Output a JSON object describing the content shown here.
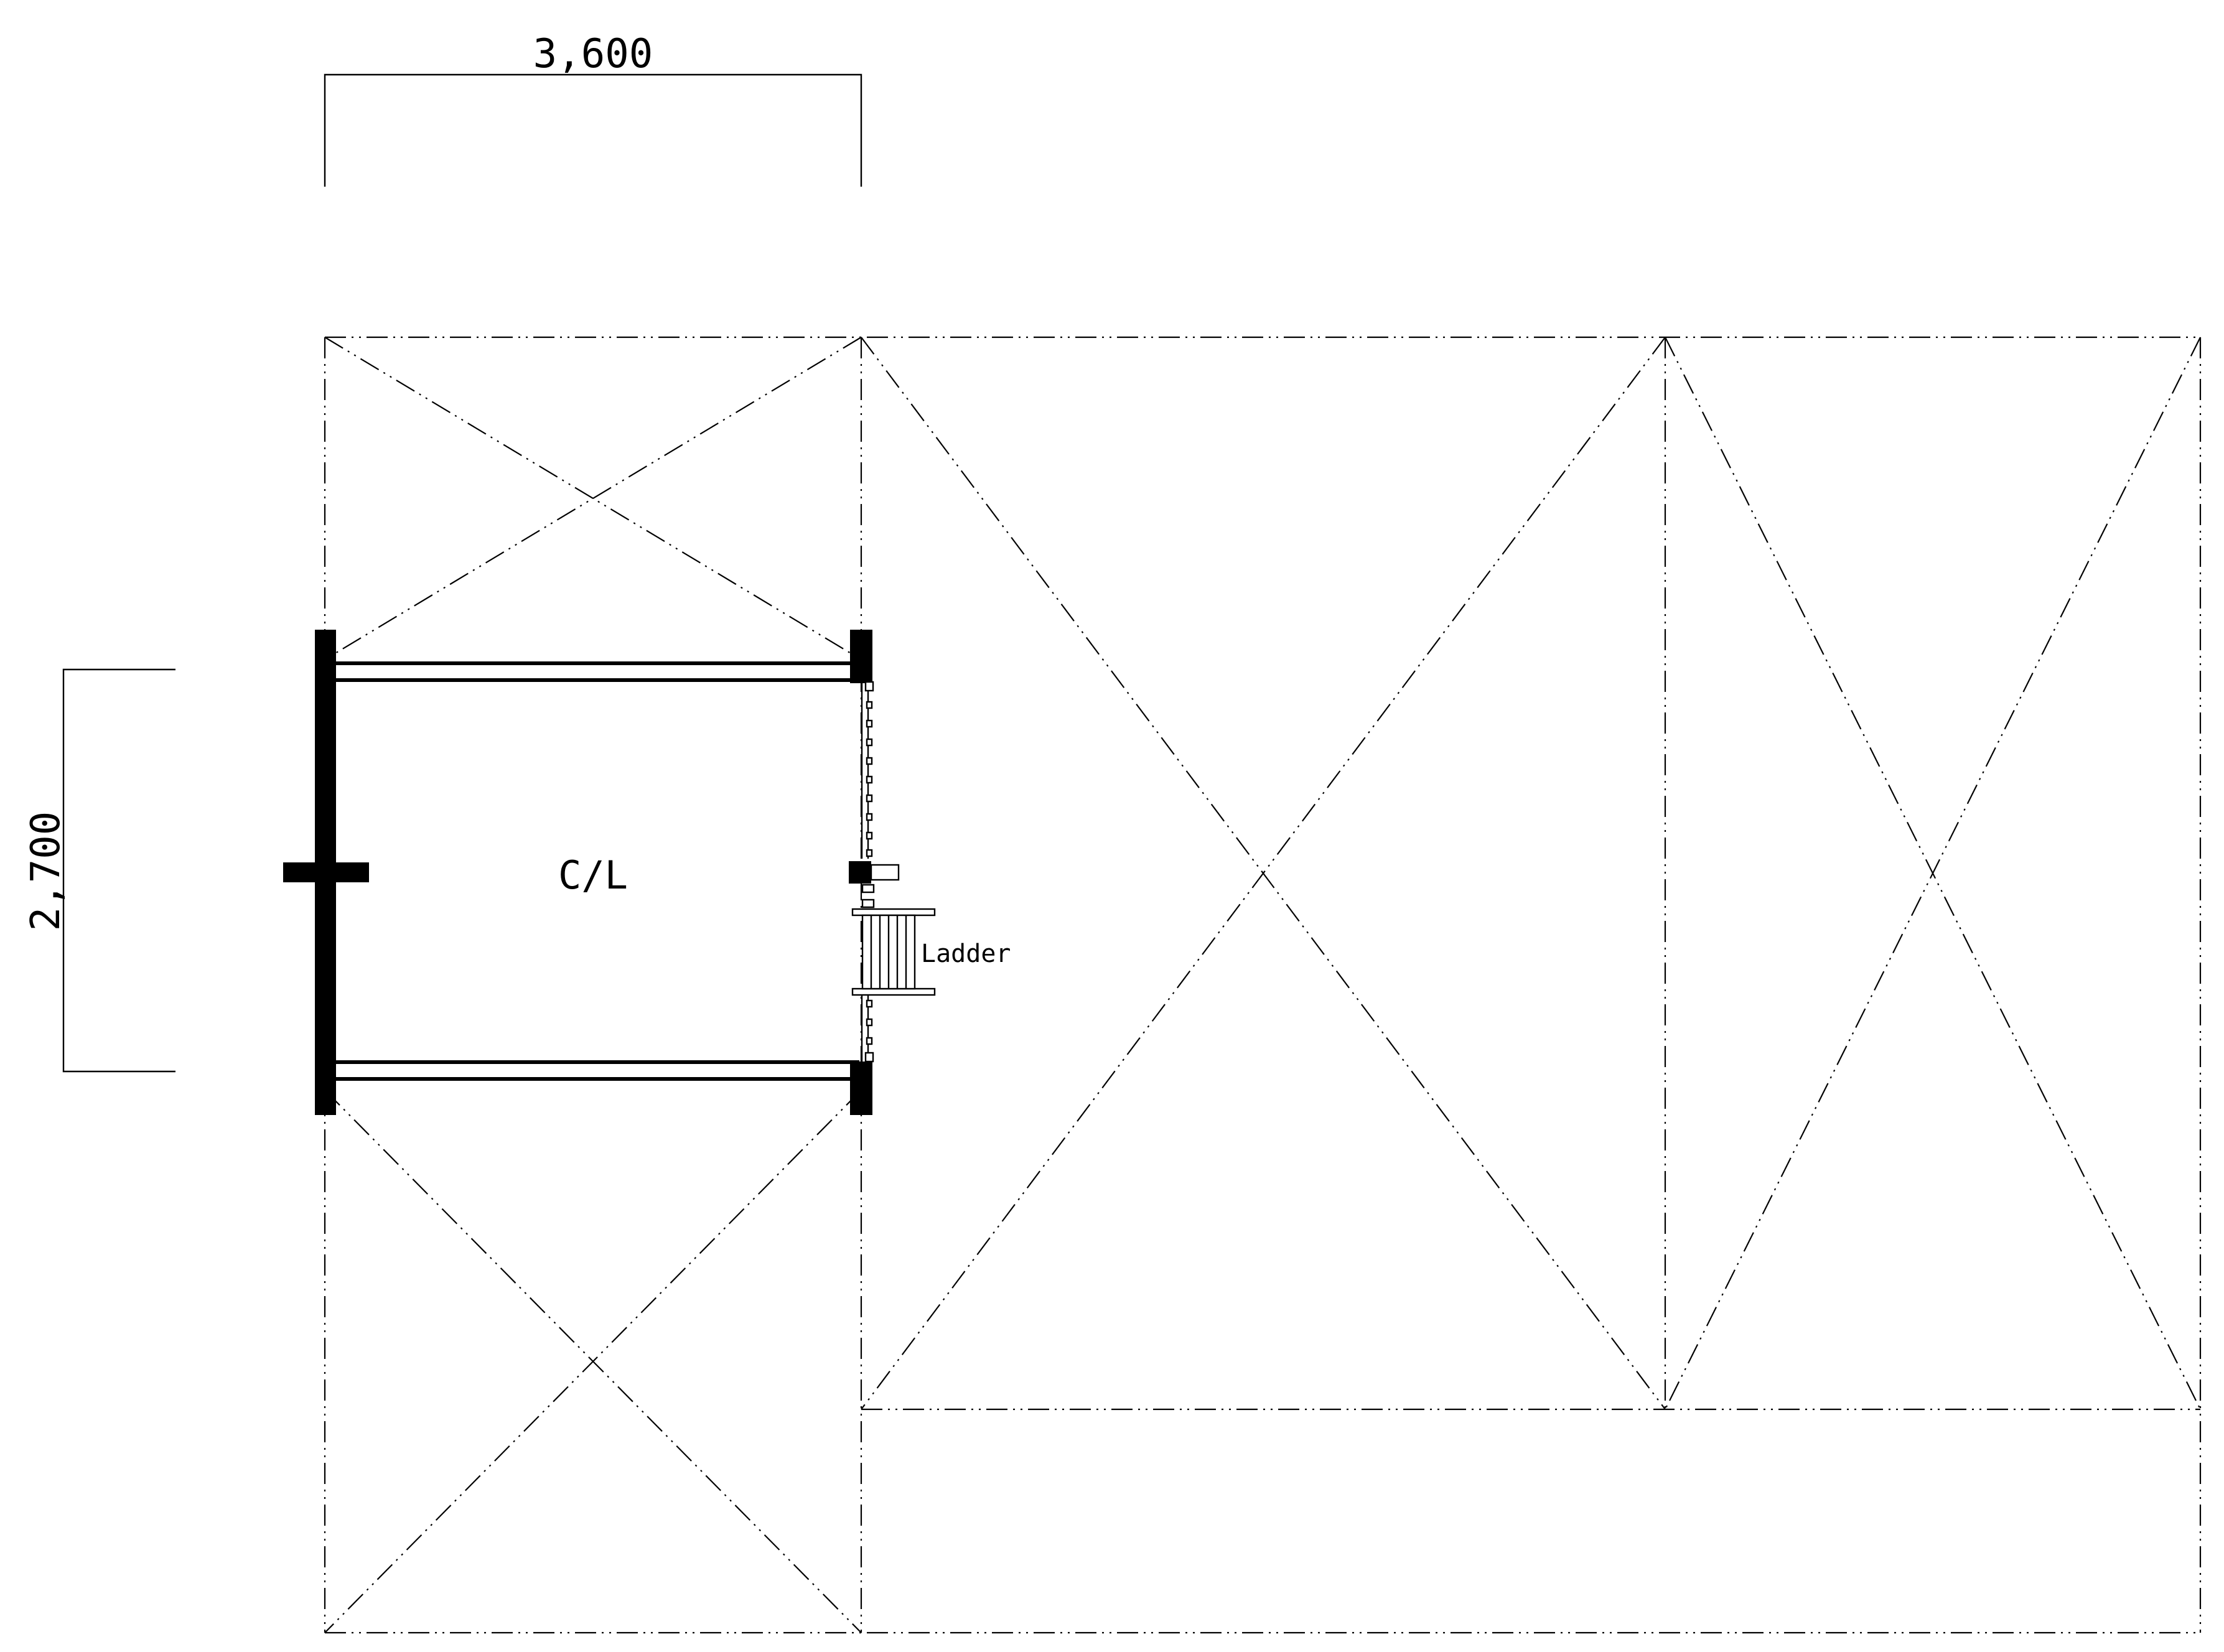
{
  "dimensions": {
    "width_label": "3,600",
    "height_label": "2,700"
  },
  "room": {
    "label": "C/L"
  },
  "ladder": {
    "label": "Ladder"
  }
}
